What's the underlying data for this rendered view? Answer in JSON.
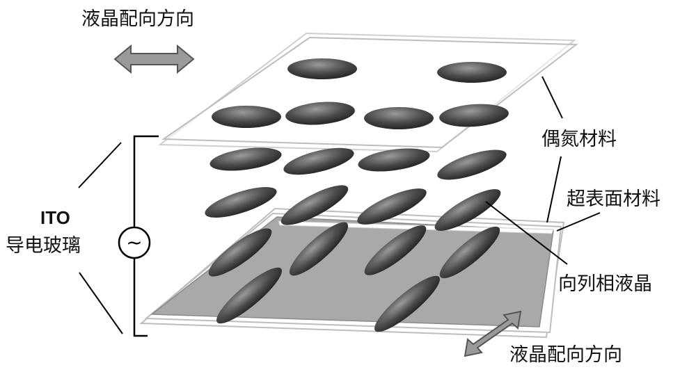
{
  "labels": {
    "top_direction": "液晶配向方向",
    "bottom_direction": "液晶配向方向",
    "azo_material": "偶氮材料",
    "metasurface_material": "超表面材料",
    "nematic_lc": "向列相液晶",
    "ito_line1": "ITO",
    "ito_line2": "导电玻璃",
    "ac_source_symbol": "~"
  },
  "colors": {
    "molecule_dark": "#2a2a2a",
    "molecule_mid": "#7a7a7a",
    "arrow_fill": "#9a9a9a",
    "arrow_stroke": "#555555",
    "substrate_fill": "#a9a9a9",
    "glass_edge": "#bdbdbd",
    "line": "#000000"
  },
  "icons": {
    "top_arrow": "double-arrow-horizontal-icon",
    "bottom_arrow": "double-arrow-diagonal-icon",
    "ac_source": "ac-source-icon"
  }
}
